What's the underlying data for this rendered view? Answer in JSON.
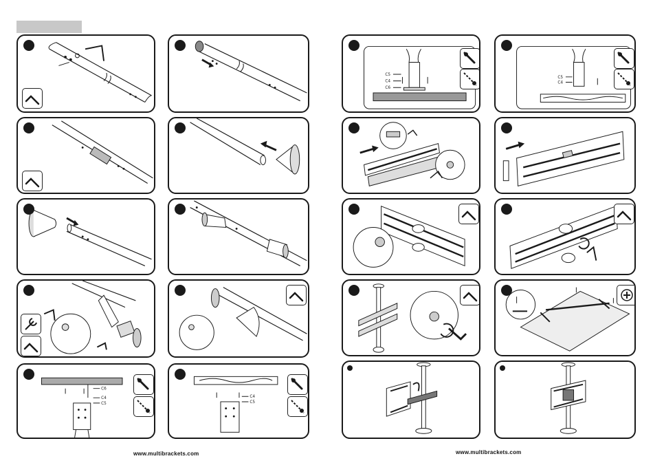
{
  "footer": {
    "left_url": "www.multibrackets.com",
    "right_url": "www.multibrackets.com"
  },
  "part_labels": {
    "c6": "C6",
    "c5": "C5",
    "c4": "C4"
  },
  "icons": {
    "step_marker": "filled-circle",
    "allen_key": "allen-key-icon",
    "wrench": "wrench-icon",
    "screwdriver": "screwdriver-icon",
    "drill": "drill-icon",
    "phillips": "phillips-screw-icon"
  },
  "colors": {
    "line": "#1a1a1a",
    "header_bar": "#c8c8c8",
    "texture": "#8a8a8a"
  }
}
